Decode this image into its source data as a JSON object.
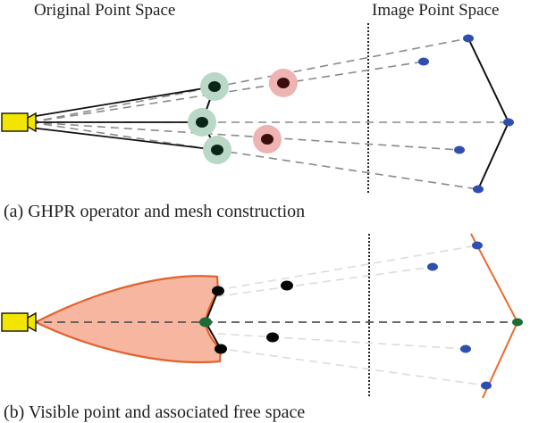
{
  "labels": {
    "original_space": "Original Point Space",
    "image_space": "Image Point Space",
    "caption_a": "(a) GHPR operator and mesh construction",
    "caption_b": "(b) Visible point and associated free space"
  },
  "colors": {
    "camera": "#f2e600",
    "dashed_ray": "#888888",
    "image_point": "#2f4fb0",
    "visible_point": "#0b2418",
    "visible_halo": "#b9d9c6",
    "occluded_point": "#3a0e0e",
    "occluded_halo": "#eeb3b3",
    "free_space_fill": "#f7b6a0",
    "free_space_edge": "#e2622e",
    "mesh_line": "#111111",
    "hull_line_b": "#ec6a2c",
    "center_point_b": "#1e6b3a"
  },
  "icons": {
    "camera": "camera-icon"
  }
}
